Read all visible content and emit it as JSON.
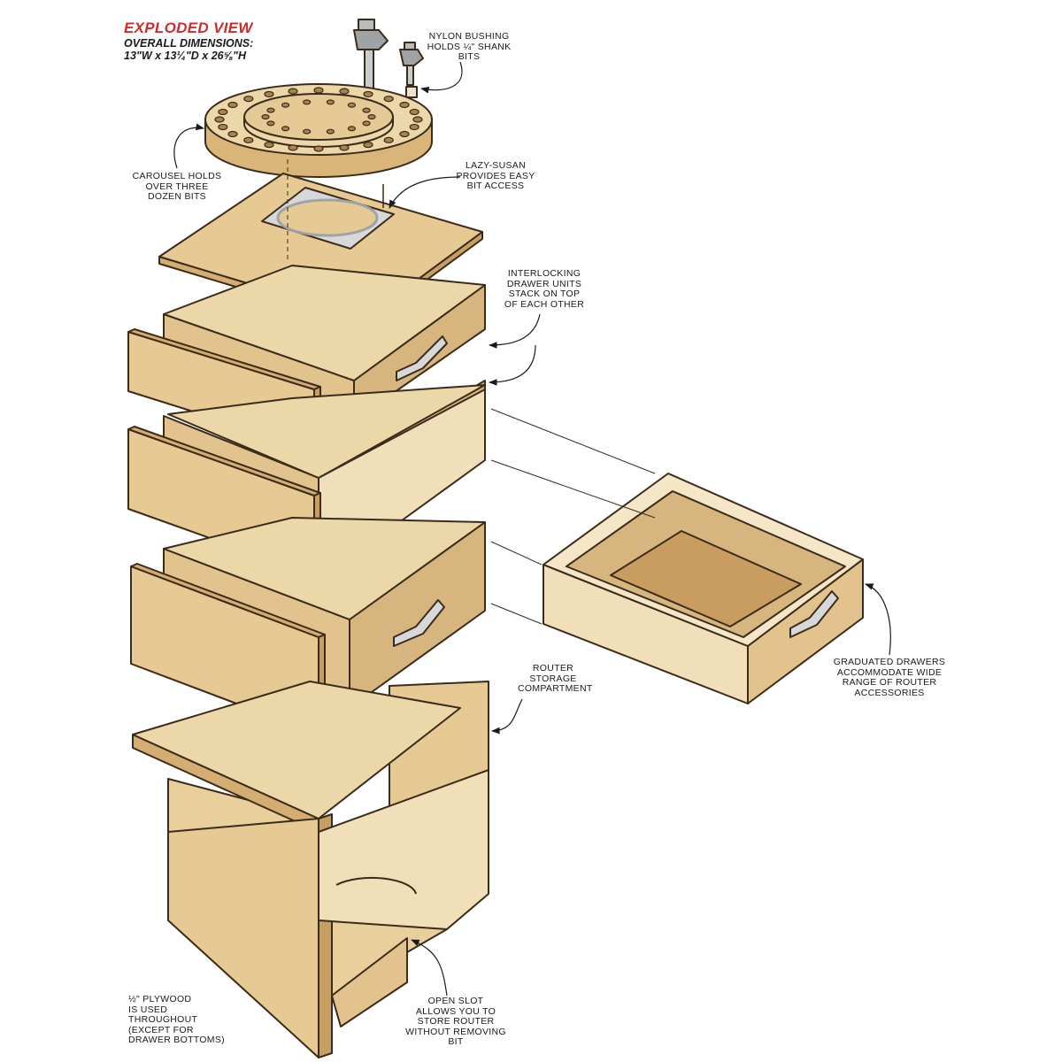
{
  "header": {
    "title": "EXPLODED VIEW",
    "dimensions_label": "OVERALL DIMENSIONS:",
    "dimensions_value": "13\"W x 13¼\"D x 26⅝\"H"
  },
  "callouts": {
    "nylon_bushing": [
      "NYLON BUSHING",
      "HOLDS ¼\" SHANK",
      "BITS"
    ],
    "carousel": [
      "CAROUSEL HOLDS",
      "OVER THREE",
      "DOZEN BITS"
    ],
    "lazy_susan": [
      "LAZY-SUSAN",
      "PROVIDES EASY",
      "BIT ACCESS"
    ],
    "interlocking": [
      "INTERLOCKING",
      "DRAWER UNITS",
      "STACK ON TOP",
      "OF EACH OTHER"
    ],
    "graduated": [
      "GRADUATED DRAWERS",
      "ACCOMMODATE WIDE",
      "RANGE OF ROUTER",
      "ACCESSORIES"
    ],
    "router_storage": [
      "ROUTER",
      "STORAGE",
      "COMPARTMENT"
    ],
    "open_slot": [
      "OPEN SLOT",
      "ALLOWS YOU TO",
      "STORE ROUTER",
      "WITHOUT REMOVING",
      "BIT"
    ],
    "plywood": [
      "½\" PLYWOOD",
      "IS USED",
      "THROUGHOUT",
      "(EXCEPT FOR",
      "DRAWER BOTTOMS)"
    ]
  },
  "colors": {
    "wood_light": "#ecd7a8",
    "wood_mid": "#e3c38d",
    "wood_dark": "#cfa76b",
    "outline": "#3b2b1a",
    "metal": "#d6d8da",
    "title_red": "#cc2d2d"
  }
}
